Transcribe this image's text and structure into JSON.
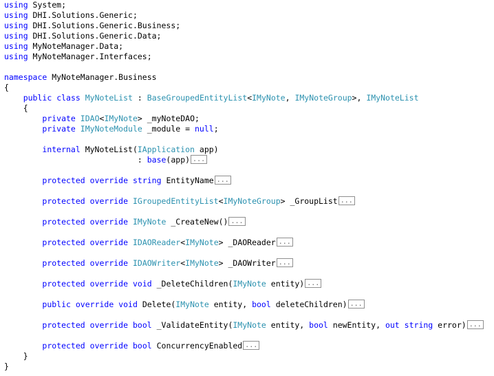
{
  "colors": {
    "keyword": "#0000ff",
    "type": "#2b91af",
    "text": "#000000",
    "background": "#ffffff",
    "fold_border": "#8f8f8f"
  },
  "fold_marker": "...",
  "lines": [
    [
      [
        "kw",
        "using"
      ],
      [
        "t",
        " System;"
      ]
    ],
    [
      [
        "kw",
        "using"
      ],
      [
        "t",
        " DHI.Solutions.Generic;"
      ]
    ],
    [
      [
        "kw",
        "using"
      ],
      [
        "t",
        " DHI.Solutions.Generic.Business;"
      ]
    ],
    [
      [
        "kw",
        "using"
      ],
      [
        "t",
        " DHI.Solutions.Generic.Data;"
      ]
    ],
    [
      [
        "kw",
        "using"
      ],
      [
        "t",
        " MyNoteManager.Data;"
      ]
    ],
    [
      [
        "kw",
        "using"
      ],
      [
        "t",
        " MyNoteManager.Interfaces;"
      ]
    ],
    [],
    [
      [
        "kw",
        "namespace"
      ],
      [
        "t",
        " MyNoteManager.Business"
      ]
    ],
    [
      [
        "t",
        "{"
      ]
    ],
    [
      [
        "t",
        "    "
      ],
      [
        "kw",
        "public"
      ],
      [
        "t",
        " "
      ],
      [
        "kw",
        "class"
      ],
      [
        "t",
        " "
      ],
      [
        "ty",
        "MyNoteList"
      ],
      [
        "t",
        " : "
      ],
      [
        "ty",
        "BaseGroupedEntityList"
      ],
      [
        "t",
        "<"
      ],
      [
        "ty",
        "IMyNote"
      ],
      [
        "t",
        ", "
      ],
      [
        "ty",
        "IMyNoteGroup"
      ],
      [
        "t",
        ">, "
      ],
      [
        "ty",
        "IMyNoteList"
      ]
    ],
    [
      [
        "t",
        "    {"
      ]
    ],
    [
      [
        "t",
        "        "
      ],
      [
        "kw",
        "private"
      ],
      [
        "t",
        " "
      ],
      [
        "ty",
        "IDAO"
      ],
      [
        "t",
        "<"
      ],
      [
        "ty",
        "IMyNote"
      ],
      [
        "t",
        "> _myNoteDAO;"
      ]
    ],
    [
      [
        "t",
        "        "
      ],
      [
        "kw",
        "private"
      ],
      [
        "t",
        " "
      ],
      [
        "ty",
        "IMyNoteModule"
      ],
      [
        "t",
        " _module = "
      ],
      [
        "kw",
        "null"
      ],
      [
        "t",
        ";"
      ]
    ],
    [],
    [
      [
        "t",
        "        "
      ],
      [
        "kw",
        "internal"
      ],
      [
        "t",
        " MyNoteList("
      ],
      [
        "ty",
        "IApplication"
      ],
      [
        "t",
        " app)"
      ]
    ],
    [
      [
        "t",
        "                            : "
      ],
      [
        "kw",
        "base"
      ],
      [
        "t",
        "(app)"
      ],
      [
        "fold",
        ""
      ]
    ],
    [],
    [
      [
        "t",
        "        "
      ],
      [
        "kw",
        "protected"
      ],
      [
        "t",
        " "
      ],
      [
        "kw",
        "override"
      ],
      [
        "t",
        " "
      ],
      [
        "kw",
        "string"
      ],
      [
        "t",
        " EntityName"
      ],
      [
        "fold",
        ""
      ]
    ],
    [],
    [
      [
        "t",
        "        "
      ],
      [
        "kw",
        "protected"
      ],
      [
        "t",
        " "
      ],
      [
        "kw",
        "override"
      ],
      [
        "t",
        " "
      ],
      [
        "ty",
        "IGroupedEntityList"
      ],
      [
        "t",
        "<"
      ],
      [
        "ty",
        "IMyNoteGroup"
      ],
      [
        "t",
        "> _GroupList"
      ],
      [
        "fold",
        ""
      ]
    ],
    [],
    [
      [
        "t",
        "        "
      ],
      [
        "kw",
        "protected"
      ],
      [
        "t",
        " "
      ],
      [
        "kw",
        "override"
      ],
      [
        "t",
        " "
      ],
      [
        "ty",
        "IMyNote"
      ],
      [
        "t",
        " _CreateNew()"
      ],
      [
        "fold",
        ""
      ]
    ],
    [],
    [
      [
        "t",
        "        "
      ],
      [
        "kw",
        "protected"
      ],
      [
        "t",
        " "
      ],
      [
        "kw",
        "override"
      ],
      [
        "t",
        " "
      ],
      [
        "ty",
        "IDAOReader"
      ],
      [
        "t",
        "<"
      ],
      [
        "ty",
        "IMyNote"
      ],
      [
        "t",
        "> _DAOReader"
      ],
      [
        "fold",
        ""
      ]
    ],
    [],
    [
      [
        "t",
        "        "
      ],
      [
        "kw",
        "protected"
      ],
      [
        "t",
        " "
      ],
      [
        "kw",
        "override"
      ],
      [
        "t",
        " "
      ],
      [
        "ty",
        "IDAOWriter"
      ],
      [
        "t",
        "<"
      ],
      [
        "ty",
        "IMyNote"
      ],
      [
        "t",
        "> _DAOWriter"
      ],
      [
        "fold",
        ""
      ]
    ],
    [],
    [
      [
        "t",
        "        "
      ],
      [
        "kw",
        "protected"
      ],
      [
        "t",
        " "
      ],
      [
        "kw",
        "override"
      ],
      [
        "t",
        " "
      ],
      [
        "kw",
        "void"
      ],
      [
        "t",
        " _DeleteChildren("
      ],
      [
        "ty",
        "IMyNote"
      ],
      [
        "t",
        " entity)"
      ],
      [
        "fold",
        ""
      ]
    ],
    [],
    [
      [
        "t",
        "        "
      ],
      [
        "kw",
        "public"
      ],
      [
        "t",
        " "
      ],
      [
        "kw",
        "override"
      ],
      [
        "t",
        " "
      ],
      [
        "kw",
        "void"
      ],
      [
        "t",
        " Delete("
      ],
      [
        "ty",
        "IMyNote"
      ],
      [
        "t",
        " entity, "
      ],
      [
        "kw",
        "bool"
      ],
      [
        "t",
        " deleteChildren)"
      ],
      [
        "fold",
        ""
      ]
    ],
    [],
    [
      [
        "t",
        "        "
      ],
      [
        "kw",
        "protected"
      ],
      [
        "t",
        " "
      ],
      [
        "kw",
        "override"
      ],
      [
        "t",
        " "
      ],
      [
        "kw",
        "bool"
      ],
      [
        "t",
        " _ValidateEntity("
      ],
      [
        "ty",
        "IMyNote"
      ],
      [
        "t",
        " entity, "
      ],
      [
        "kw",
        "bool"
      ],
      [
        "t",
        " newEntity, "
      ],
      [
        "kw",
        "out"
      ],
      [
        "t",
        " "
      ],
      [
        "kw",
        "string"
      ],
      [
        "t",
        " error)"
      ],
      [
        "fold",
        ""
      ]
    ],
    [],
    [
      [
        "t",
        "        "
      ],
      [
        "kw",
        "protected"
      ],
      [
        "t",
        " "
      ],
      [
        "kw",
        "override"
      ],
      [
        "t",
        " "
      ],
      [
        "kw",
        "bool"
      ],
      [
        "t",
        " ConcurrencyEnabled"
      ],
      [
        "fold",
        ""
      ]
    ],
    [
      [
        "t",
        "    }"
      ]
    ],
    [
      [
        "t",
        "}"
      ]
    ]
  ]
}
